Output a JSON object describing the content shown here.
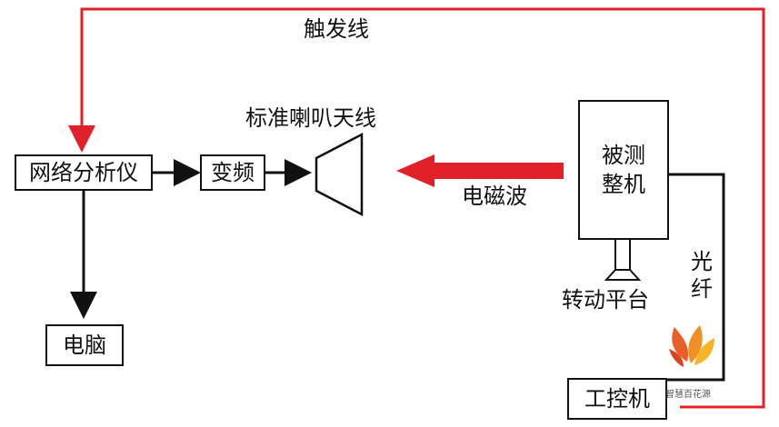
{
  "diagram": {
    "trigger_label": "触发线",
    "horn_label": "标准喇叭天线",
    "network_analyzer": "网络分析仪",
    "freq_converter": "变频",
    "computer": "电脑",
    "em_wave_label": "电磁波",
    "dut": [
      "被测",
      "整机"
    ],
    "turntable_label": "转动平台",
    "fiber": [
      "光",
      "纤"
    ],
    "ipc": "工控机",
    "watermark_text": "智慧百花源"
  },
  "colors": {
    "trigger_line": "#e0212a",
    "em_wave": "#e0212a",
    "lines": "#111111"
  }
}
